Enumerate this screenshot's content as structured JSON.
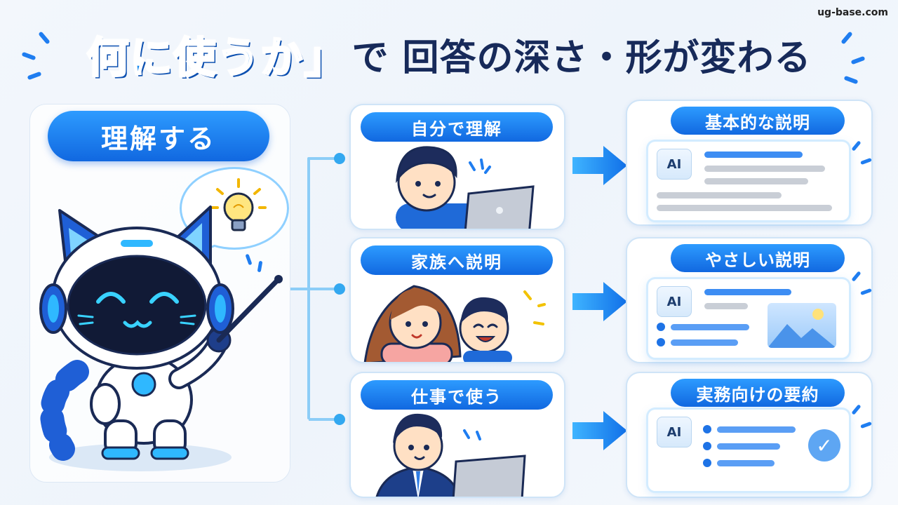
{
  "site": "ug-base.com",
  "headline": {
    "accent": "何に使うか」",
    "rest": "で 回答の深さ・形が変わる"
  },
  "goal": {
    "label": "理解する"
  },
  "uses": [
    {
      "label": "自分で理解",
      "scene": "person-with-laptop"
    },
    {
      "label": "家族へ説明",
      "scene": "mother-and-child"
    },
    {
      "label": "仕事で使う",
      "scene": "businessman-with-laptop"
    }
  ],
  "results": [
    {
      "label": "基本的な説明",
      "badge": "AI",
      "style": "text-lines"
    },
    {
      "label": "やさしい説明",
      "badge": "AI",
      "style": "bullets-with-image"
    },
    {
      "label": "実務向けの要約",
      "badge": "AI",
      "style": "bullets-with-check"
    }
  ],
  "colors": {
    "accent": "#1689ef",
    "pill": "#1168e0",
    "title_dark": "#172a5a",
    "arrow": "#1e8ff5"
  },
  "icons": [
    "lightbulb-icon",
    "robot-cat-illustration",
    "pointer-stick-icon",
    "right-arrow-icon",
    "checkmark-icon",
    "image-icon"
  ]
}
